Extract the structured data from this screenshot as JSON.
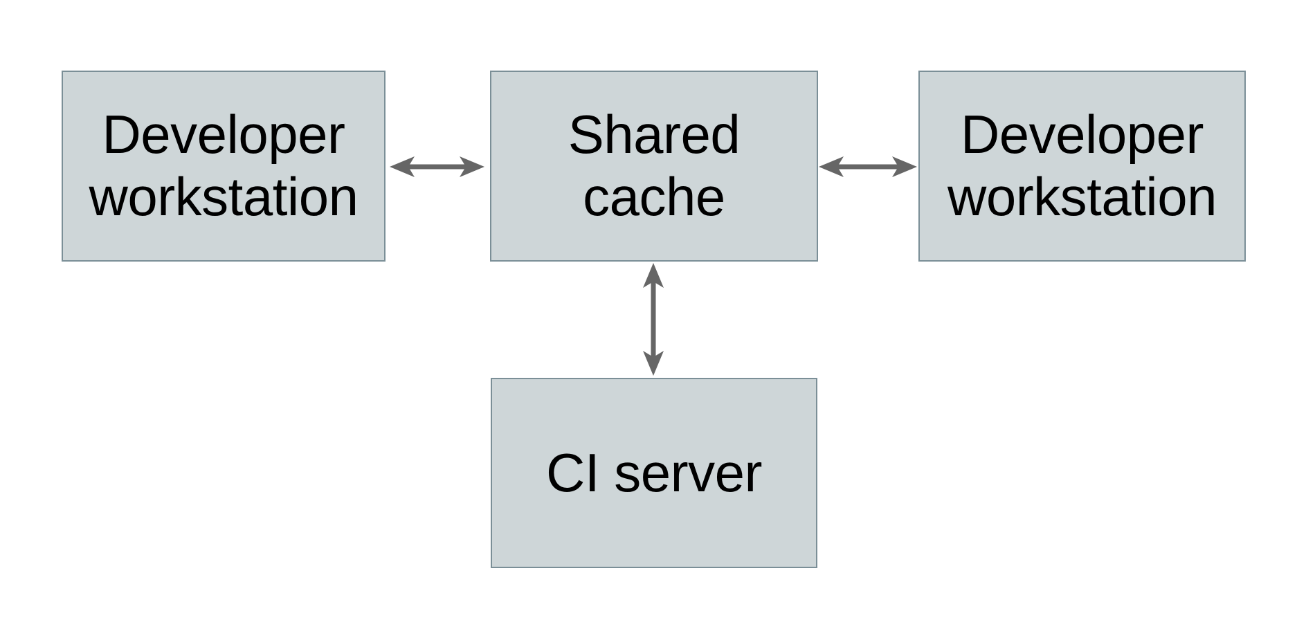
{
  "colors": {
    "background": "#ffffff",
    "node_fill": "#ced6d8",
    "node_border": "#7b8f97",
    "arrow": "#666666",
    "node_text": "#000000"
  },
  "diagram": {
    "type": "architecture-diagram",
    "nodes": {
      "dev_left": {
        "label": "Developer workstation"
      },
      "shared_cache": {
        "label": "Shared cache"
      },
      "dev_right": {
        "label": "Developer workstation"
      },
      "ci_server": {
        "label": "CI server"
      }
    },
    "edges": [
      {
        "from": "dev_left",
        "to": "shared_cache",
        "direction": "bidirectional"
      },
      {
        "from": "shared_cache",
        "to": "dev_right",
        "direction": "bidirectional"
      },
      {
        "from": "shared_cache",
        "to": "ci_server",
        "direction": "bidirectional"
      }
    ]
  }
}
